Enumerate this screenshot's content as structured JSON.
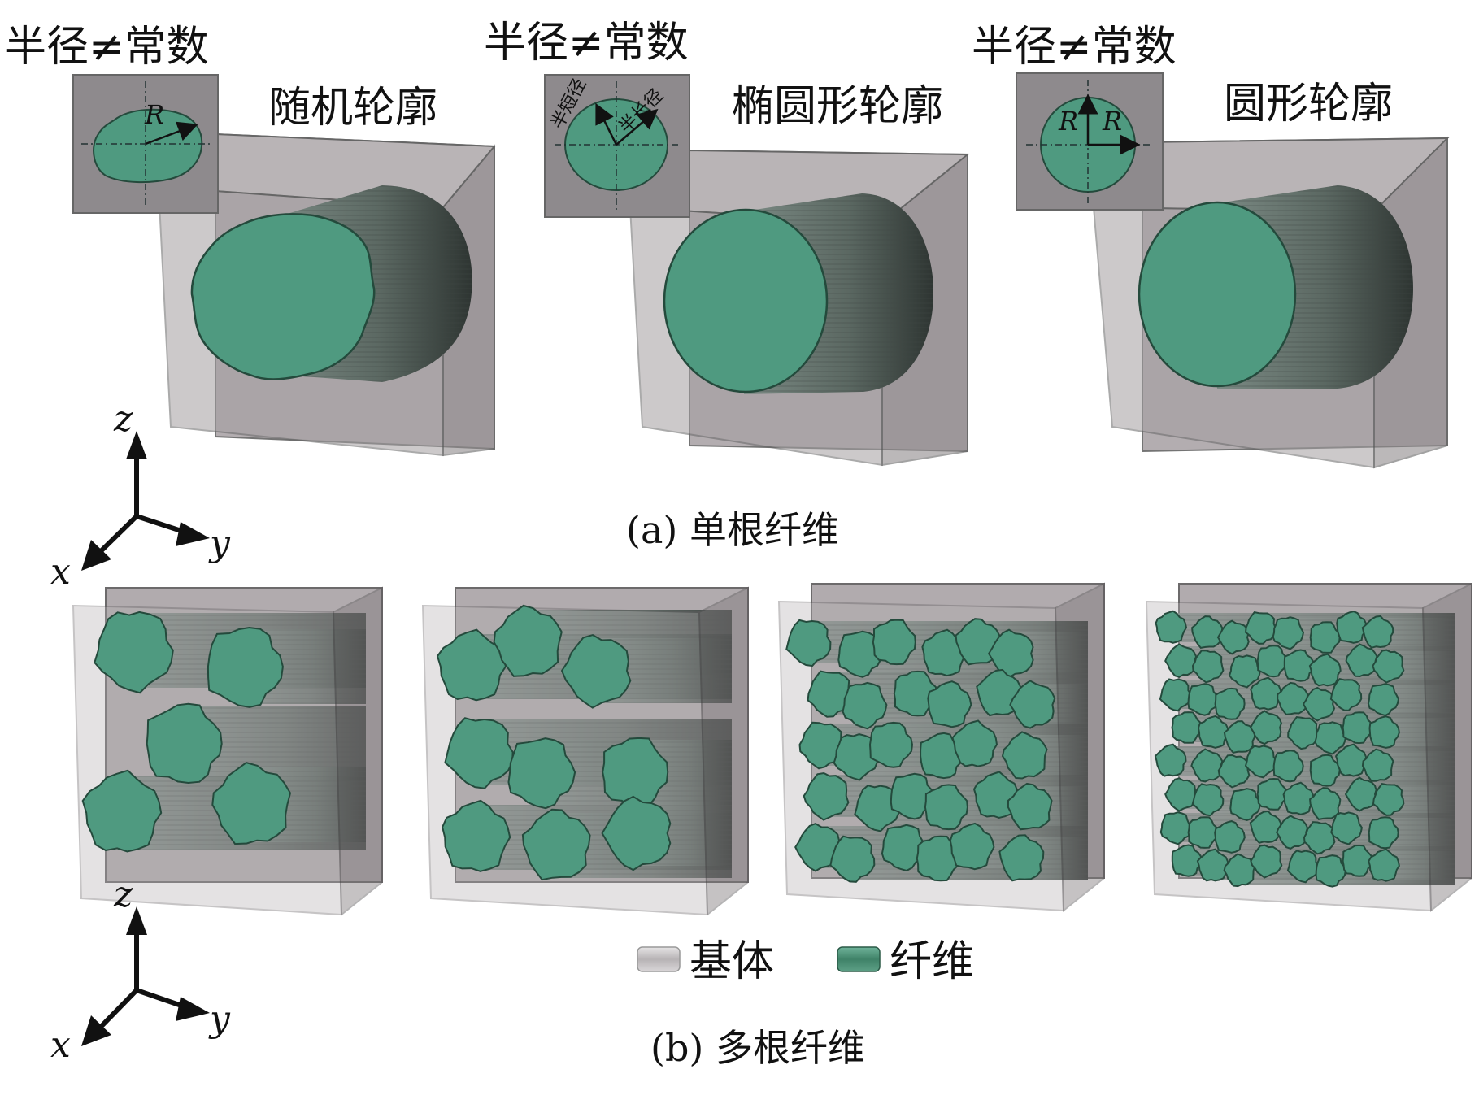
{
  "top_labels": {
    "radius_note": "半径≠常数",
    "random_profile": "随机轮廓",
    "ellipse_profile": "椭圆形轮廓",
    "circle_profile": "圆形轮廓"
  },
  "inset_labels": {
    "R": "R",
    "minor_axis": "半短径",
    "major_axis": "半长径"
  },
  "axes": {
    "z": "z",
    "x": "x",
    "y": "y"
  },
  "captions": {
    "a": "(a) 单根纤维",
    "b": "(b) 多根纤维"
  },
  "legend": {
    "matrix": "基体",
    "fiber": "纤维"
  },
  "colors": {
    "fiber": "#4f9a80",
    "fiber_edge": "#244a3c",
    "matrix_face": "#a9a3a6",
    "matrix_edge": "#5d5a5c",
    "fiber_side": "#6e7c76"
  }
}
